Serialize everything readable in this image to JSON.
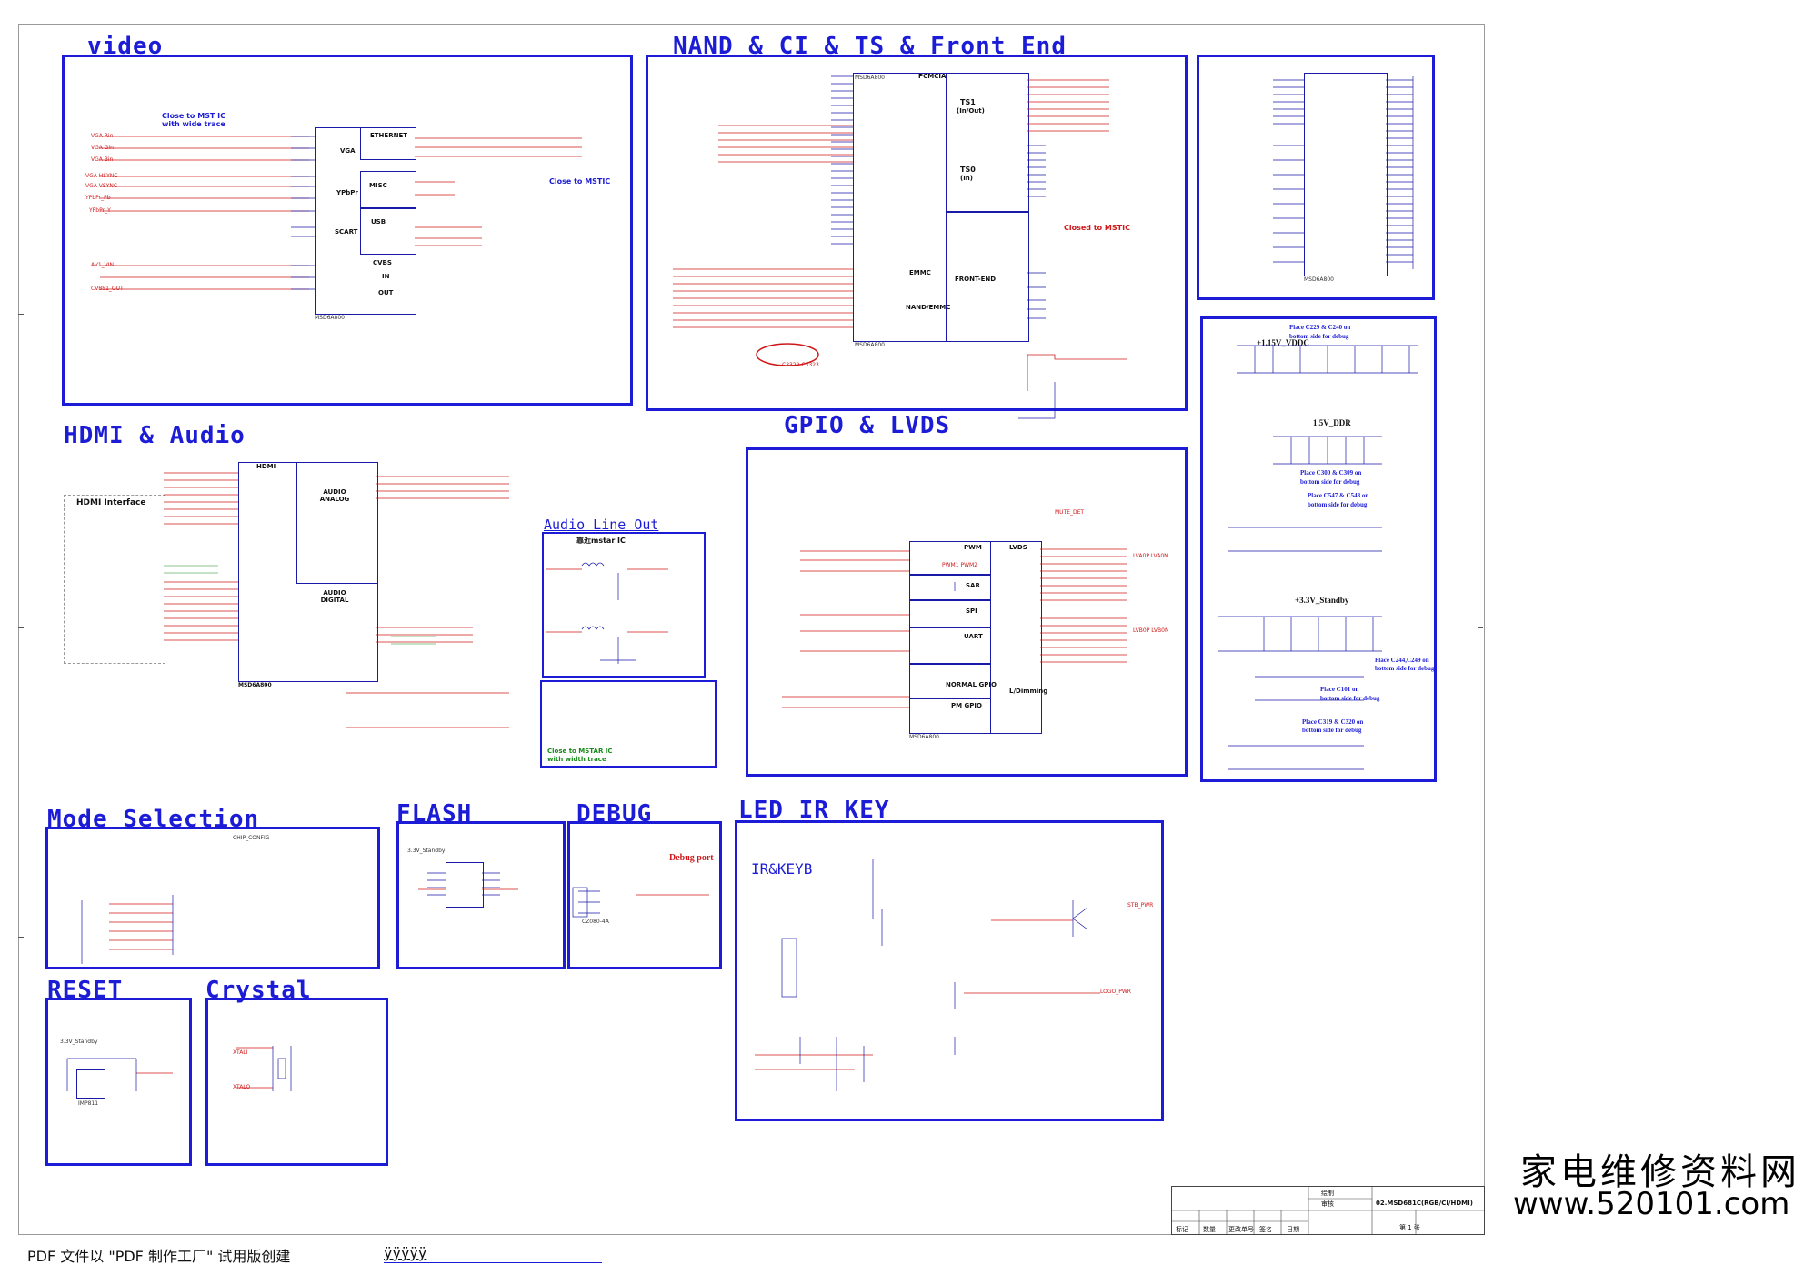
{
  "blocks": {
    "video": "video",
    "nand": "NAND & CI & TS & Front End",
    "hdmi_audio": "HDMI & Audio",
    "gpio_lvds": "GPIO & LVDS",
    "mode_selection": "Mode Selection",
    "flash": "FLASH",
    "debug": "DEBUG",
    "led_ir_key": "LED_IR_KEY",
    "reset": "RESET",
    "crystal": "Crystal"
  },
  "notes": {
    "close_to_mst_ic": "Close to MST IC",
    "with_wide_trace": "with wide trace",
    "close_to_mstic_red": "Closed to MSTIC",
    "close_to_mstic_video": "Close to MSTIC",
    "audio_line_out": "Audio Line Out",
    "near_mstar": "靠近mstar IC",
    "close_to_mstar": "Close to MSTAR IC",
    "with_width_trace": "with width trace",
    "debug_port": "Debug port",
    "hdmi_interface": "HDMI Interface",
    "ir_keyb": "IR&KEYB",
    "vddc_115": "+1.15V_VDDC",
    "ddr_15": "1.5V_DDR",
    "standby_33": "+3.3V_Standby",
    "place_c229": "Place C229 & C240 on",
    "bottom_side_debug": "bottom side for debug",
    "place_c300": "Place C300 & C309 on",
    "place_c547": "Place C547 & C548 on",
    "place_c244": "Place C244,C249 on",
    "place_c101": "Place C101 on",
    "place_c319": "Place C319 & C320 on"
  },
  "subblocks": {
    "pcmcia": "PCMCIA",
    "ts1": "TS1",
    "ts1_sub": "(In/Out)",
    "ts0": "TS0",
    "ts0_sub": "(In)",
    "front_end": "FRONT-END",
    "emmc": "EMMC",
    "nand_emmc": "NAND/EMMC",
    "ethernet": "ETHERNET",
    "vga": "VGA",
    "ypbpr": "YPbPr",
    "scart": "SCART",
    "misc": "MISC",
    "usb": "USB",
    "cvbs": "CVBS",
    "cvbs_in": "IN",
    "cvbs_out": "OUT",
    "hdmi": "HDMI",
    "audio_analog": "AUDIO ANALOG",
    "audio_digital": "AUDIO DIGITAL",
    "pwm": "PWM",
    "sar": "SAR",
    "spi": "SPI",
    "uart": "UART",
    "normal_gpio": "NORMAL GPIO",
    "pm_gpio": "PM GPIO",
    "lvds": "LVDS",
    "ldimming": "L/Dimming",
    "chip_name": "MSD6A800"
  },
  "titleblock": {
    "drawn": "绘制",
    "checked": "审核",
    "project": "02.MSD681C(RGB/CI/HDMI)",
    "page": "第 1 张",
    "cols": [
      "标记",
      "数量",
      "更改单号",
      "签名",
      "日期"
    ]
  },
  "watermark": {
    "chinese": "家电维修资料网",
    "url": "www.520101.com"
  },
  "footer": {
    "text": "PDF 文件以 \"PDF 制作工厂\" 试用版创建",
    "link": "ÿÿÿÿÿ"
  }
}
